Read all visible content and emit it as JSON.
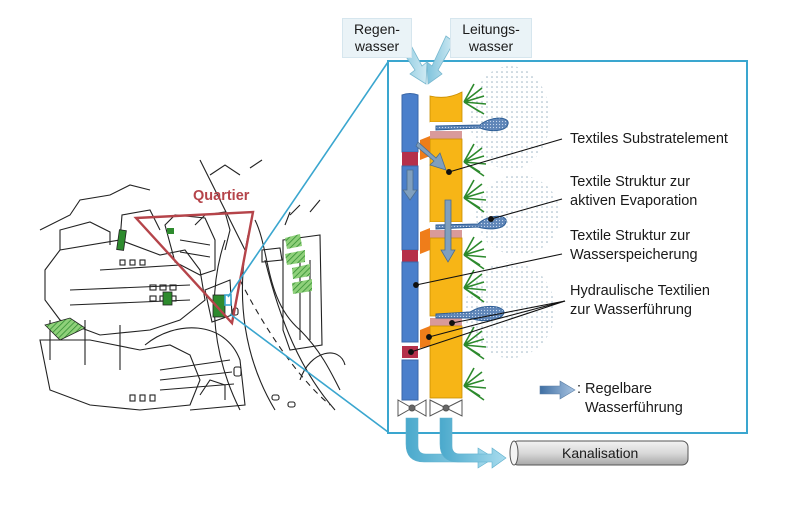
{
  "title": "Textile Fassadenbegrünung – Wasserkreislauf im Quartier",
  "sources": {
    "rain": "Regen-\nwasser",
    "rain_line1": "Regen-",
    "rain_line2": "wasser",
    "tap_line1": "Leitungs-",
    "tap_line2": "wasser"
  },
  "district_label": "Quartier",
  "labels": [
    {
      "id": "substrate",
      "line1": "Textiles Substratelement",
      "line2": ""
    },
    {
      "id": "evaporation",
      "line1": "Textile Struktur zur",
      "line2": "aktiven Evaporation"
    },
    {
      "id": "storage",
      "line1": "Textile Struktur zur",
      "line2": "Wasserspeicherung"
    },
    {
      "id": "hydraulic",
      "line1": "Hydraulische Textilien",
      "line2": "zur Wasserführung"
    }
  ],
  "legend": {
    "line1": ": Regelbare",
    "line2": "Wasserführung",
    "icon": "blue-arrow-icon"
  },
  "sewer_label": "Kanalisation",
  "colors": {
    "frame": "#3aa6cf",
    "storage_blue": "#4a7fcb",
    "substrate_yellow": "#f7b516",
    "connector_red": "#b5304a",
    "hydraulic_pink": "#d99a9a",
    "hydraulic_orange": "#ef7d1a",
    "quartier_red": "#b5444a",
    "green_roof": "#2e8b2e",
    "inflow_arrow": "#9fd3e6"
  }
}
